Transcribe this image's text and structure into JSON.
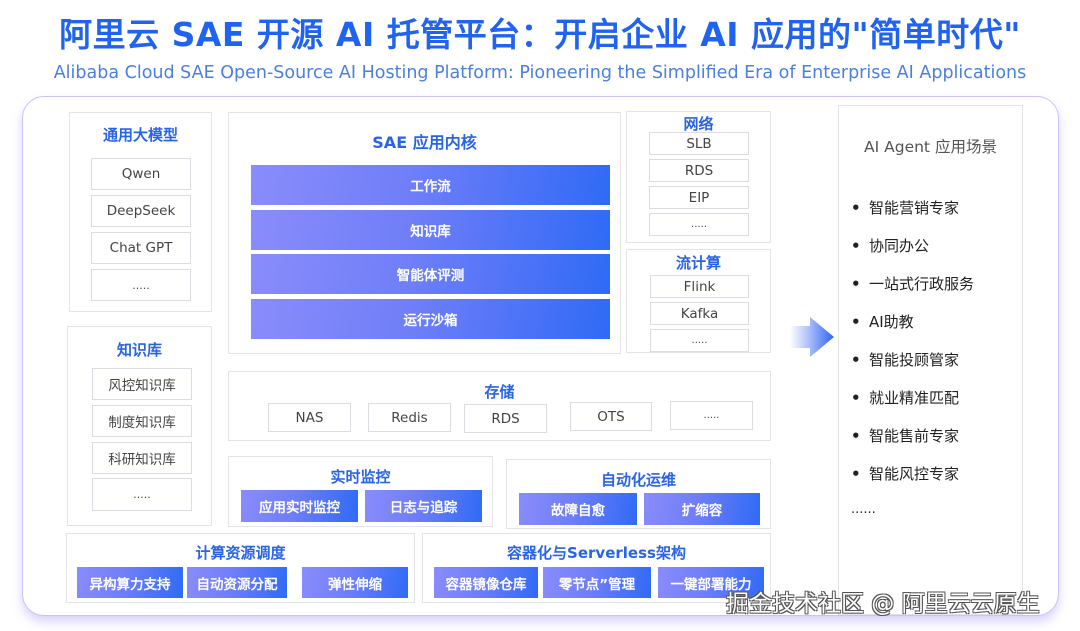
{
  "header": {
    "title": "阿里云 SAE 开源 AI 托管平台：开启企业 AI 应用的\"简单时代\"",
    "subtitle": "Alibaba Cloud SAE Open-Source AI Hosting Platform: Pioneering the Simplified Era of Enterprise AI Applications"
  },
  "models": {
    "title": "通用大模型",
    "items": [
      "Qwen",
      "DeepSeek",
      "Chat GPT",
      "....."
    ]
  },
  "knowledge": {
    "title": "知识库",
    "items": [
      "风控知识库",
      "制度知识库",
      "科研知识库",
      "....."
    ]
  },
  "core": {
    "title": "SAE 应用内核",
    "bars": [
      "工作流",
      "知识库",
      "智能体评测",
      "运行沙箱"
    ]
  },
  "network": {
    "title": "网络",
    "items": [
      "SLB",
      "RDS",
      "EIP",
      "....."
    ]
  },
  "stream": {
    "title": "流计算",
    "items": [
      "Flink",
      "Kafka",
      "....."
    ]
  },
  "storage": {
    "title": "存储",
    "items": [
      "NAS",
      "Redis",
      "RDS",
      "OTS",
      "....."
    ]
  },
  "monitoring": {
    "title": "实时监控",
    "bars": [
      "应用实时监控",
      "日志与追踪"
    ]
  },
  "ops": {
    "title": "自动化运维",
    "bars": [
      "故障自愈",
      "扩缩容"
    ]
  },
  "compute": {
    "title": "计算资源调度",
    "bars": [
      "异构算力支持",
      "自动资源分配",
      "弹性伸缩"
    ]
  },
  "container": {
    "title": "容器化与Serverless架构",
    "bars": [
      "容器镜像仓库",
      "零节点”管理",
      "一键部署能力"
    ]
  },
  "scenarios": {
    "title": "AI Agent 应用场景",
    "bullet": "•",
    "items": [
      "智能营销专家",
      "协同办公",
      "一站式行政服务",
      "AI助教",
      "智能投顾管家",
      "就业精准匹配",
      "智能售前专家",
      "智能风控专家"
    ],
    "more": "......"
  },
  "watermark": "掘金技术社区 @ 阿里云云原生",
  "colors": {
    "accent": "#1f63f0",
    "bar_start": "#8a8cfb",
    "bar_end": "#2f6af6",
    "border": "#c9c4f4"
  }
}
